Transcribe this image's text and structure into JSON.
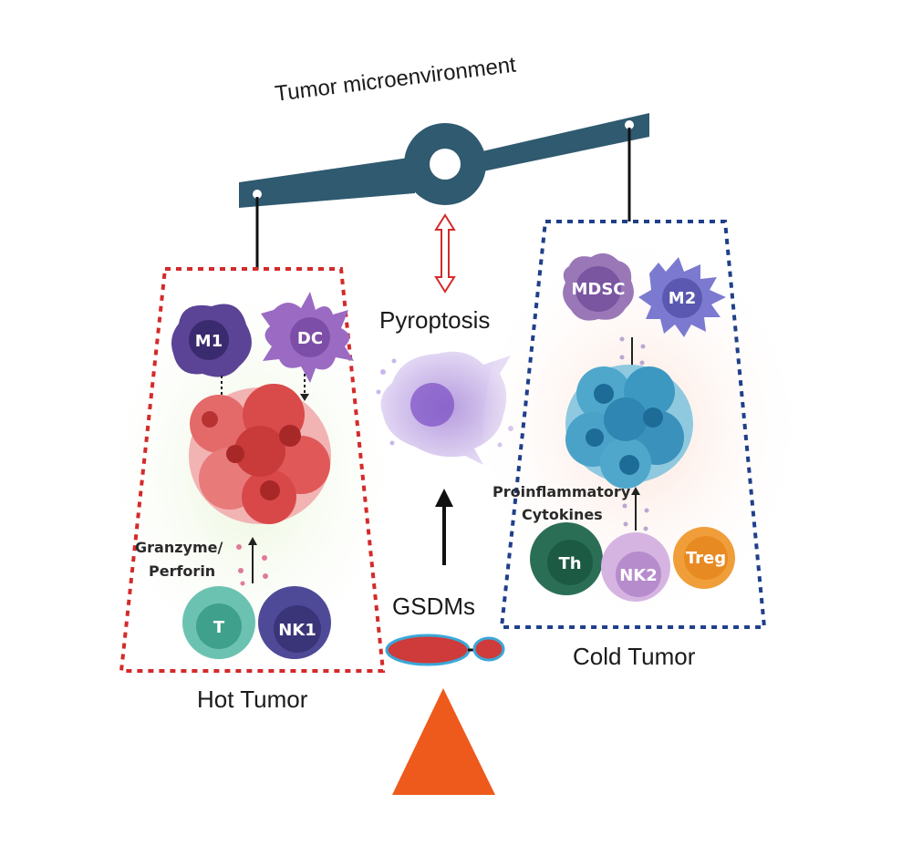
{
  "title": "Tumor microenvironment",
  "center": {
    "process_label": "Pyroptosis",
    "protein_label": "GSDMs"
  },
  "hot_tumor": {
    "label": "Hot Tumor",
    "annotation_line1": "Granzyme/",
    "annotation_line2": "Perforin",
    "top_cells": [
      "M1",
      "DC"
    ],
    "bottom_cells": [
      "T",
      "NK1"
    ],
    "border_color": "#d42a2a"
  },
  "cold_tumor": {
    "label": "Cold Tumor",
    "annotation_line1": "Proinflammatory",
    "annotation_line2": "Cytokines",
    "top_cells": [
      "MDSC",
      "M2"
    ],
    "bottom_cells": [
      "Th",
      "NK2",
      "Treg"
    ],
    "border_color": "#1f3f8a"
  },
  "colors": {
    "beam": "#2f5a70",
    "fulcrum": "#ee5a1c",
    "gsdm_body": "#cf3a3a",
    "gsdm_outline": "#3aa8d8",
    "double_arrow": "#d42a2a"
  }
}
